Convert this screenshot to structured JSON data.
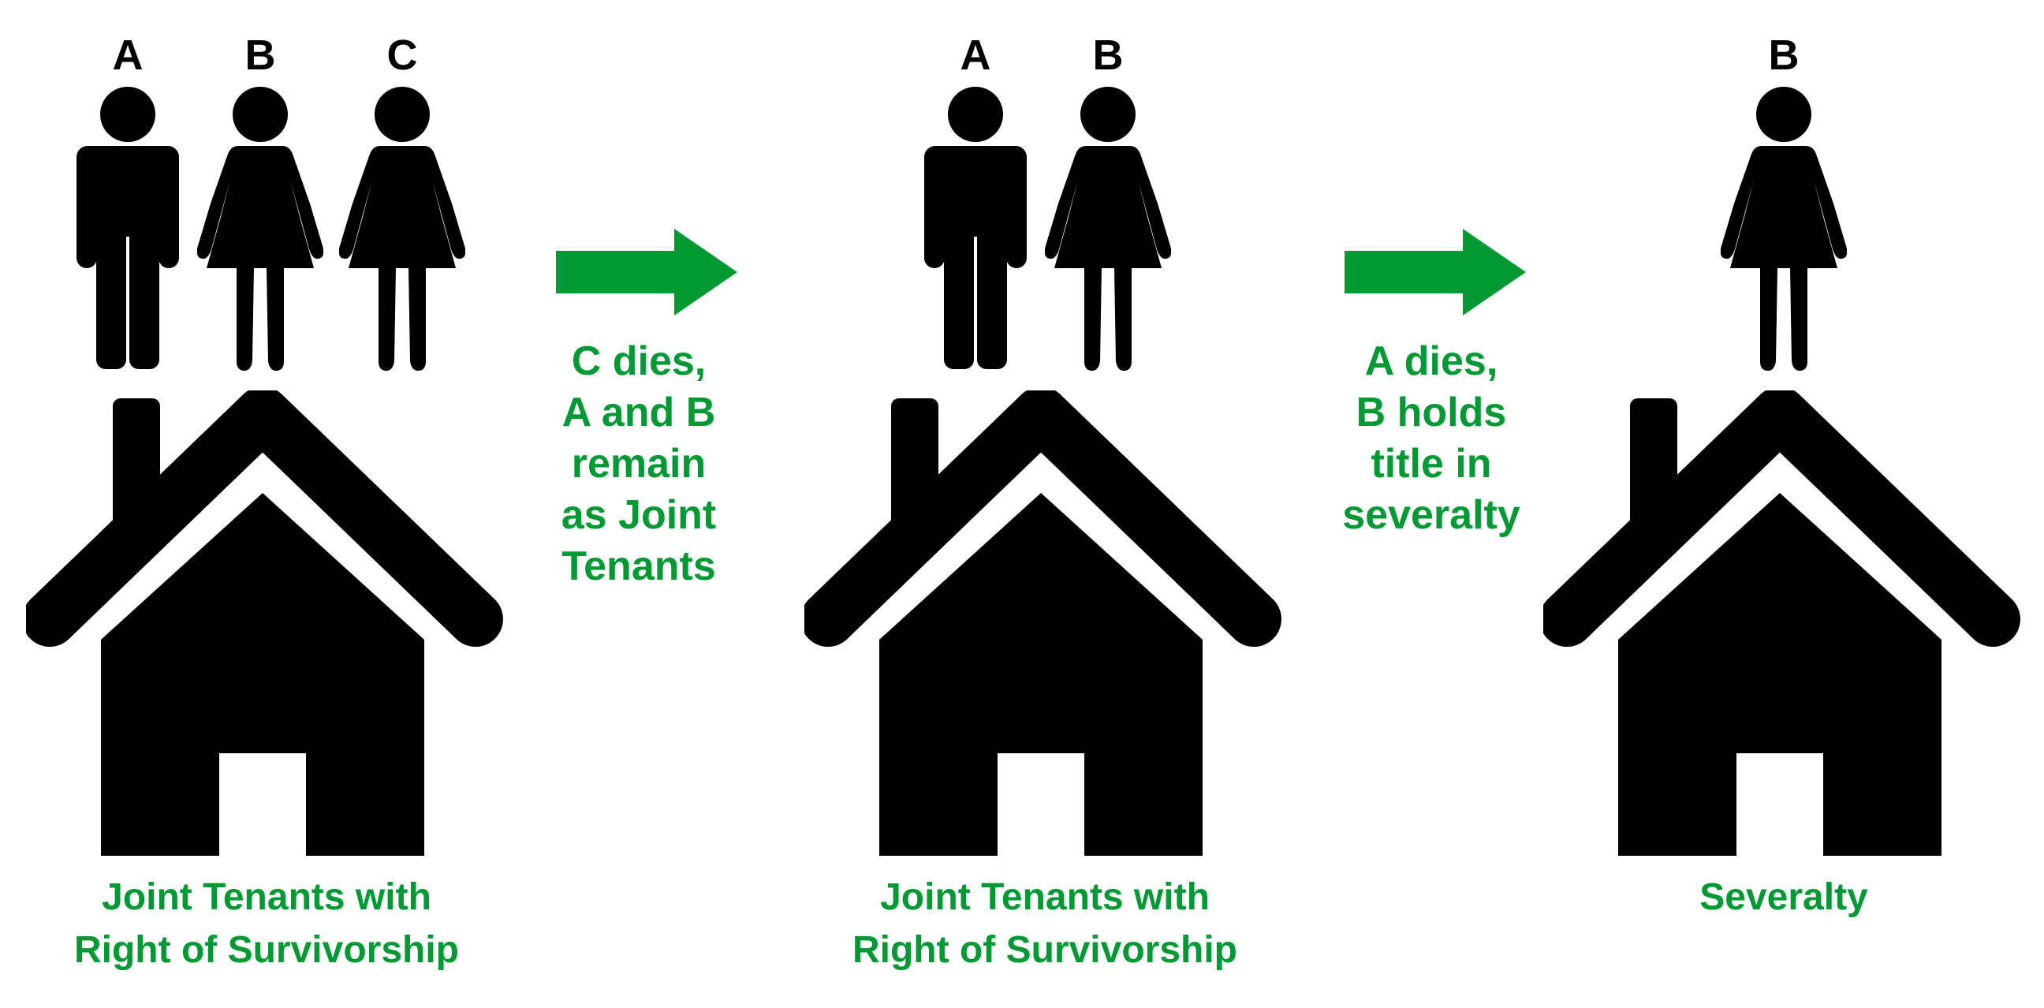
{
  "colors": {
    "icon": "#000000",
    "accent": "#009933",
    "background": "#ffffff"
  },
  "stages": [
    {
      "people": [
        {
          "letter": "A",
          "icon": "male-person-icon"
        },
        {
          "letter": "B",
          "icon": "female-person-icon"
        },
        {
          "letter": "C",
          "icon": "female-person-icon"
        }
      ],
      "house_icon": "house-icon",
      "caption": [
        "Joint Tenants with",
        "Right of Survivorship"
      ]
    },
    {
      "people": [
        {
          "letter": "A",
          "icon": "male-person-icon"
        },
        {
          "letter": "B",
          "icon": "female-person-icon"
        }
      ],
      "house_icon": "house-icon",
      "caption": [
        "Joint Tenants with",
        "Right of Survivorship"
      ]
    },
    {
      "people": [
        {
          "letter": "B",
          "icon": "female-person-icon"
        }
      ],
      "house_icon": "house-icon",
      "caption": [
        "Severalty"
      ]
    }
  ],
  "transitions": [
    {
      "icon": "arrow-right-icon",
      "lines": [
        "C dies,",
        "A and B",
        "remain",
        "as Joint",
        "Tenants"
      ]
    },
    {
      "icon": "arrow-right-icon",
      "lines": [
        "A dies,",
        "B holds",
        "title in",
        "severalty"
      ]
    }
  ]
}
